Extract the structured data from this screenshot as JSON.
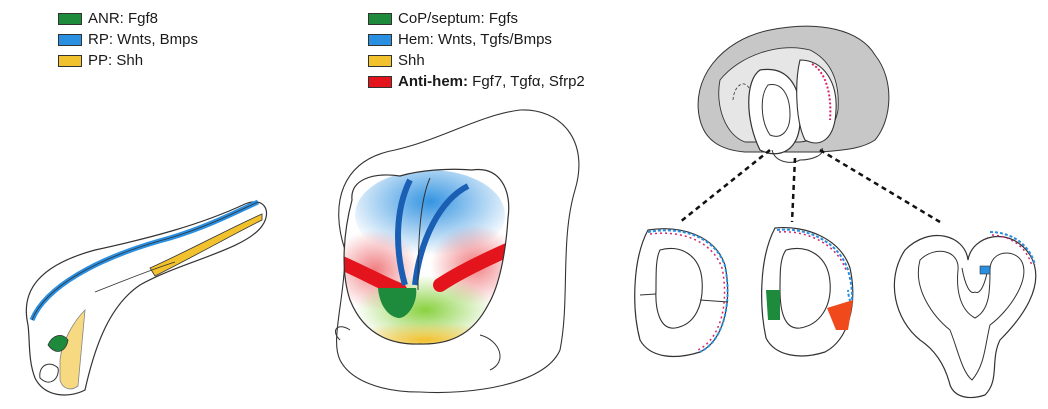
{
  "colors": {
    "green": "#1e8a3c",
    "blue": "#2a8fe0",
    "yellow": "#f2c12e",
    "red": "#e3141b",
    "orange": "#f04a1c"
  },
  "legend_left": [
    {
      "text": "ANR: Fgf8",
      "color": "#1e8a3c",
      "bold": false
    },
    {
      "text": "RP: Wnts, Bmps",
      "color": "#2a8fe0",
      "bold": false
    },
    {
      "text": "PP: Shh",
      "color": "#f2c12e",
      "bold": false
    }
  ],
  "legend_center": [
    {
      "text": "CoP/septum: Fgfs",
      "color": "#1e8a3c",
      "bold": false
    },
    {
      "text": "Hem: Wnts, Tgfs/Bmps",
      "color": "#2a8fe0",
      "bold": false
    },
    {
      "text": "Shh",
      "color": "#f2c12e",
      "bold": false
    },
    {
      "name": "Anti-hem:",
      "text": " Fgf7, Tgfα, Sfrp2",
      "color": "#e3141b",
      "bold": true
    }
  ]
}
